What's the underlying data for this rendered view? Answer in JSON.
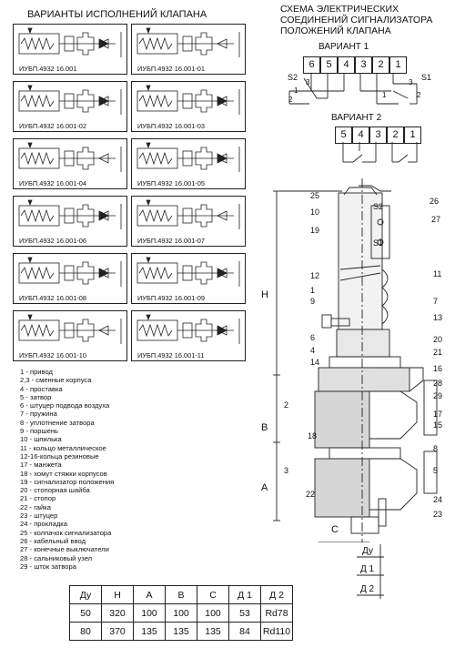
{
  "variants_title": "ВАРИАНТЫ ИСПОЛНЕНИЙ КЛАПАНА",
  "variants": [
    "ИУБП.4932 16.001",
    "ИУБП.4932 16.001-01",
    "ИУБП.4932 16.001-02",
    "ИУБП.4932 16.001-03",
    "ИУБП.4932 16.001-04",
    "ИУБП.4932 16.001-05",
    "ИУБП.4932 16.001-06",
    "ИУБП.4932 16.001-07",
    "ИУБП.4932 16.001-08",
    "ИУБП.4932 16.001-09",
    "ИУБП.4932 16.001-10",
    "ИУБП.4932 16.001-11"
  ],
  "scheme": {
    "title_lines": [
      "СХЕМА ЭЛЕКТРИЧЕСКИХ",
      "СОЕДИНЕНИЙ СИГНАЛИЗАТОРА",
      "ПОЛОЖЕНИЙ КЛАПАНА"
    ],
    "variant1_title": "ВАРИАНТ 1",
    "variant1_terminals": [
      "6",
      "5",
      "4",
      "3",
      "2",
      "1"
    ],
    "variant2_title": "ВАРИАНТ 2",
    "variant2_terminals": [
      "5",
      "4",
      "3",
      "2",
      "1"
    ],
    "s2": "S2",
    "s1": "S1",
    "pins": [
      "1",
      "2",
      "3"
    ]
  },
  "drawing": {
    "left_labels": [
      "25",
      "10",
      "19",
      "12",
      "1",
      "9",
      "6",
      "4",
      "14",
      "2",
      "18",
      "3",
      "22"
    ],
    "right_labels": [
      "26",
      "S2",
      "27",
      "S1",
      "11",
      "7",
      "13",
      "20",
      "21",
      "16",
      "28",
      "29",
      "17",
      "15",
      "8",
      "5",
      "24",
      "23"
    ],
    "dims": [
      "H",
      "B",
      "A",
      "C",
      "Ду",
      "Д 1",
      "Д 2"
    ]
  },
  "legend": [
    "1 - привод",
    "2,3 - сменные корпуса",
    "4 - проставка",
    "5 - затвор",
    "6 - штуцер подвода воздуха",
    "7 - пружина",
    "8 - уплотнение затвора",
    "9 - поршень",
    "10 - шпилька",
    "11 - кольцо металлическое",
    "12-16-кольца резиновые",
    "17 - манжета",
    "18 - хомут стяжки корпусов",
    "19 - сигнализатор положения",
    "20 - стопорная шайба",
    "21 - стопор",
    "22 - гайка",
    "23 - штуцер",
    "24 - прокладка",
    "25 - колпачок сигнализатора",
    "26 - кабельный ввод",
    "27 - конечные выключатели",
    "28 - сальниковый узел",
    "29 - шток затвора"
  ],
  "table": {
    "headers": [
      "Ду",
      "H",
      "A",
      "B",
      "C",
      "Д 1",
      "Д 2"
    ],
    "rows": [
      [
        "50",
        "320",
        "100",
        "100",
        "100",
        "53",
        "Rd78"
      ],
      [
        "80",
        "370",
        "135",
        "135",
        "135",
        "84",
        "Rd110"
      ]
    ]
  }
}
